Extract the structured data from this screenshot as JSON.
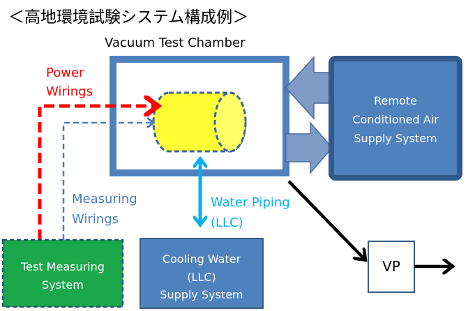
{
  "title": "＜高地環境試験システム構成例＞",
  "chamber": {
    "label": "Vacuum Test Chamber"
  },
  "air_supply": {
    "lines": [
      "Remote",
      "Conditioned Air",
      "Supply System"
    ]
  },
  "power": {
    "lines": [
      "Power",
      "Wirings"
    ],
    "color": "#ff0000"
  },
  "measuring": {
    "lines": [
      "Measuring",
      "Wirings"
    ],
    "color": "#4a7ebb"
  },
  "water": {
    "lines": [
      "Water Piping",
      "(LLC)"
    ],
    "color": "#00b0f0"
  },
  "test_measuring": {
    "lines": [
      "Test Measuring",
      "System"
    ],
    "color": "#1aa84a"
  },
  "cooling": {
    "lines": [
      "Cooling Water",
      "(LLC)",
      "Supply System"
    ]
  },
  "vp": {
    "label": "VP"
  },
  "colors": {
    "box_blue": "#4f81bd",
    "box_border": "#385d8a",
    "sample": "#ffff33"
  }
}
